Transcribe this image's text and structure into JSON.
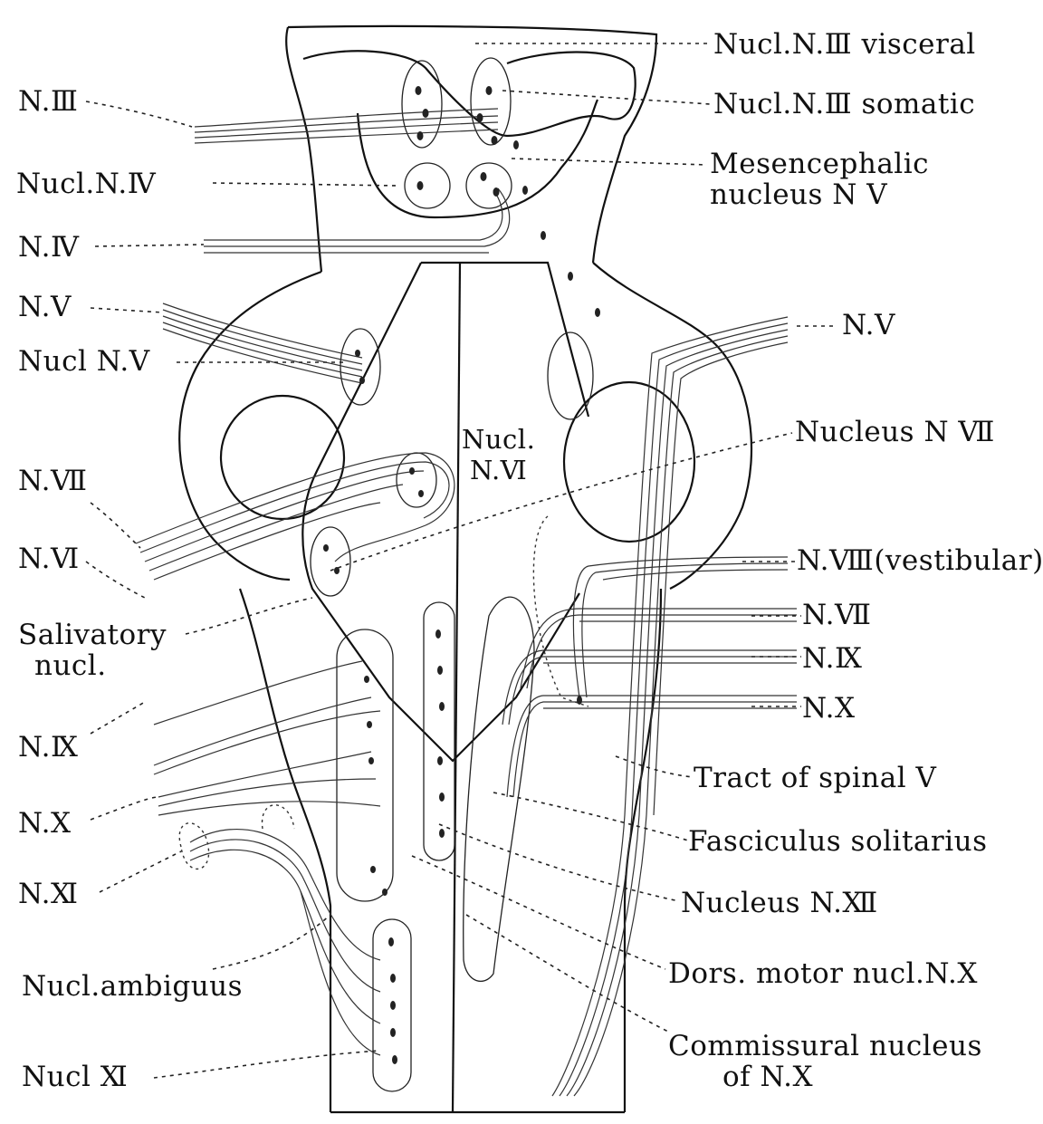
{
  "labels": {
    "left": {
      "n3": "N.Ⅲ",
      "nucl_n4": "Nucl.N.Ⅳ",
      "n4": "N.Ⅳ",
      "n5": "N.Ⅴ",
      "nucl_n5": "Nucl N.Ⅴ",
      "n7": "N.Ⅶ",
      "n6": "N.Ⅵ",
      "salivatory_1": "Salivatory",
      "salivatory_2": "nucl.",
      "n9": "N.Ⅸ",
      "n10": "N.Ⅹ",
      "n11": "N.Ⅺ",
      "nucl_ambiguus": "Nucl.ambiguus",
      "nucl_11": "Nucl Ⅺ"
    },
    "center": {
      "nucl_n6_1": "Nucl.",
      "nucl_n6_2": "N.Ⅵ"
    },
    "right": {
      "nucl_n3_visceral": "Nucl.N.Ⅲ visceral",
      "nucl_n3_somatic": "Nucl.N.Ⅲ somatic",
      "mesencephalic_1": "Mesencephalic",
      "mesencephalic_2": "nucleus N Ⅴ",
      "n5": "N.Ⅴ",
      "nucleus_n7": "Nucleus N Ⅶ",
      "n8_vestibular": "N.Ⅷ(vestibular)",
      "n7": "N.Ⅶ",
      "n9": "N.Ⅸ",
      "n10": "N.Ⅹ",
      "tract_spinal_5": "Tract of spinal Ⅴ",
      "fasciculus_solitarius": "Fasciculus solitarius",
      "nucleus_n12": "Nucleus N.Ⅻ",
      "dors_motor_nucl": "Dors. motor nucl.N.Ⅹ",
      "commissural_1": "Commissural nucleus",
      "commissural_2": "of N.Ⅹ"
    }
  }
}
